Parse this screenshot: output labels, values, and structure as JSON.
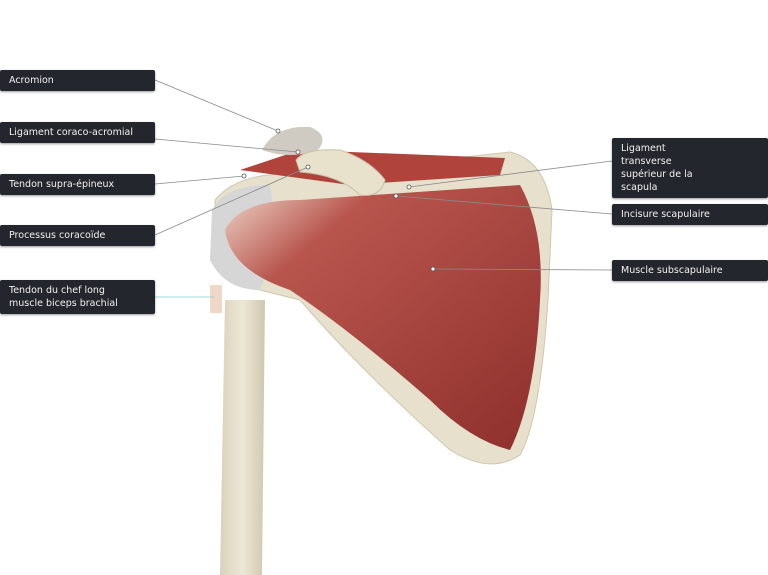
{
  "labels_left": [
    {
      "text": "Acromion"
    },
    {
      "text": "Ligament coraco-acromial"
    },
    {
      "text": "Tendon supra-épineux"
    },
    {
      "text": "Processus coracoïde"
    },
    {
      "text": "Tendon du chef long muscle biceps brachial"
    }
  ],
  "labels_right": [
    {
      "text": "Ligament transverse supérieur de la scapula"
    },
    {
      "text": "Incisure scapulaire"
    },
    {
      "text": "Muscle subscapulaire"
    }
  ],
  "colors": {
    "label_bg": "#24262d",
    "bone": "#e6e0cc",
    "muscle": "#a8453f",
    "leader": "#8a8a8a",
    "biceps_leader": "#7fd0cf"
  }
}
